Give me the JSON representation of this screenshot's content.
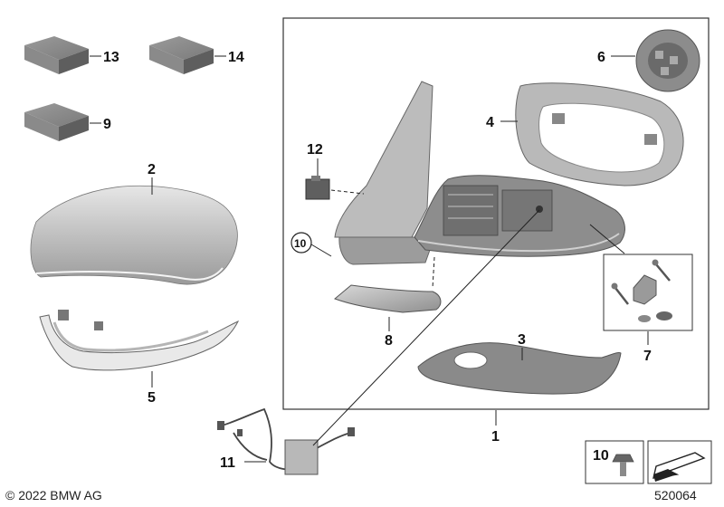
{
  "diagram": {
    "copyright": "© 2022 BMW AG",
    "diagram_id": "520064",
    "callouts": {
      "p1": "1",
      "p2": "2",
      "p3": "3",
      "p4": "4",
      "p5": "5",
      "p6": "6",
      "p7": "7",
      "p8": "8",
      "p9": "9",
      "p10_inline": "10",
      "p10_legend": "10",
      "p11": "11",
      "p12": "12",
      "p13": "13",
      "p14": "14"
    }
  }
}
